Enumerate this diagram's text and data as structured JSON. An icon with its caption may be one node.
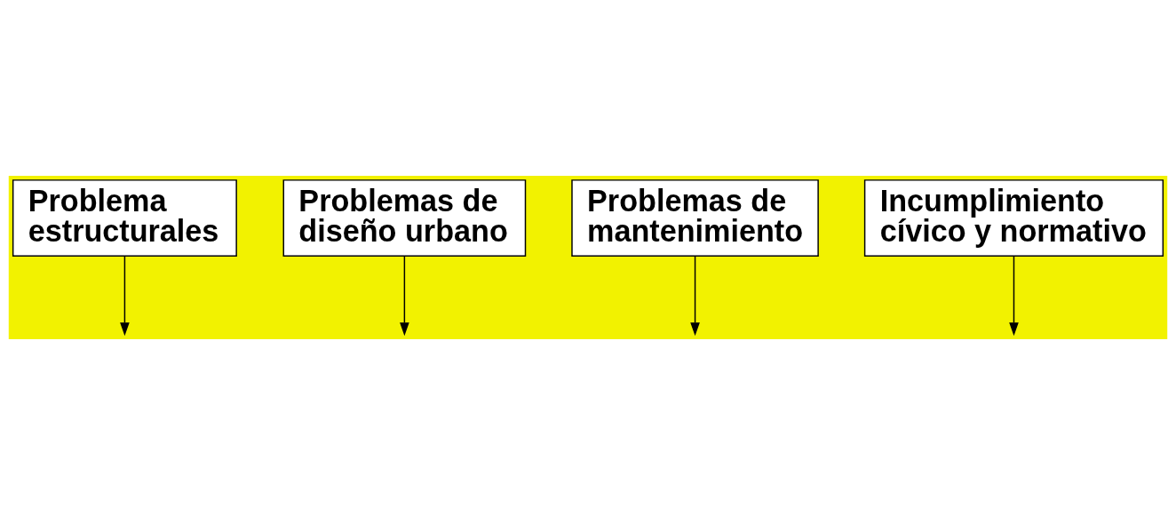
{
  "diagram": {
    "nodes": [
      {
        "text": [
          "Problema estructurales"
        ]
      },
      {
        "text": [
          "Problemas de diseño urbano"
        ]
      },
      {
        "text": [
          "Problemas de mantenimiento"
        ]
      },
      {
        "text": [
          "Incumplimiento cívico y normativo"
        ]
      }
    ],
    "edges": [
      {
        "from": 0,
        "to": null,
        "arrow": "to"
      },
      {
        "from": 1,
        "to": null,
        "arrow": "to"
      },
      {
        "from": 2,
        "to": null,
        "arrow": "to"
      },
      {
        "from": 3,
        "to": null,
        "arrow": "to"
      }
    ]
  }
}
